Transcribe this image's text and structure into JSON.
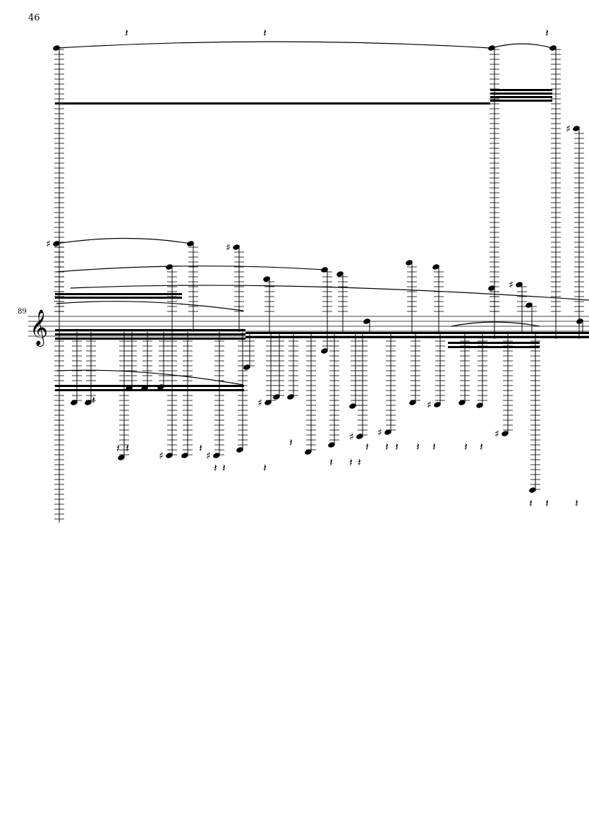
{
  "page": {
    "number": "46"
  },
  "system": {
    "measure_number": "89",
    "clef": "treble"
  },
  "colors": {
    "ink": "#000000",
    "paper": "#ffffff"
  }
}
